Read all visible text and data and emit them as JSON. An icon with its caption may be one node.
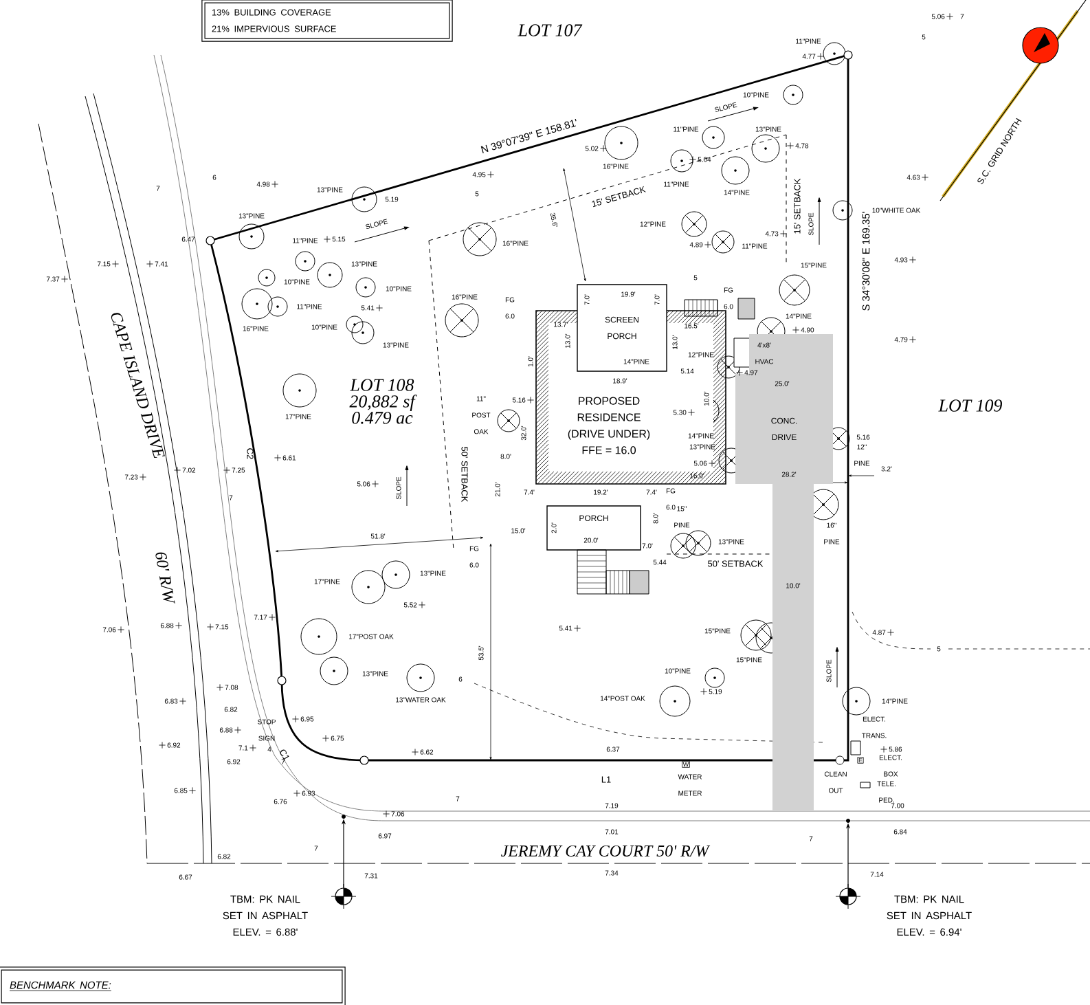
{
  "diagram": {
    "nodes": [
      {
        "text": [
          "13% BUILDING COVERAGE",
          "21% IMPERVIOUS SURFACE"
        ]
      },
      {
        "text": [
          "PROPOSED RESIDENCE (DRIVE UNDER) FFE = 16.0"
        ]
      },
      {
        "text": [
          "SCREEN PORCH"
        ]
      },
      {
        "text": [
          "PORCH"
        ]
      },
      {
        "text": [
          "CONC. DRIVE"
        ]
      },
      {
        "text": [],
        "shape": "circle",
        "beside": [
          "TBM: PK NAIL SET IN ASPHALT ELEV. = 6.88'"
        ]
      },
      {
        "text": [],
        "shape": "circle"
      },
      {
        "text": [],
        "shape": "circle",
        "beside": [
          "TBM: PK NAIL SET IN ASPHALT ELEV. = 6.94'"
        ]
      },
      {
        "text": [],
        "shape": "circle"
      },
      {
        "text": [
          "BENCHMARK NOTE:"
        ]
      }
    ],
    "edges": [
      {
        "from": 5,
        "to": 6,
        "arrow": "to"
      },
      {
        "from": 7,
        "to": 8,
        "arrow": "to"
      }
    ],
    "labels": [
      "LOT 107",
      "5.06",
      "7",
      "5",
      "11\"PINE",
      "4.77",
      "N 39°07'39\" E 158.81'",
      "10\"PINE",
      "SLOPE",
      "4.98",
      "6",
      "7",
      "4.95",
      "13\"PINE",
      "5.19",
      "5",
      "11\"PINE",
      "13\"PINE",
      "4.78",
      "5.02",
      "5.04",
      "16\"PINE",
      "11\"PINE",
      "15' SETBACK",
      "14\"PINE",
      "15' SETBACK",
      "4.63",
      "13\"PINE",
      "6.47",
      "11\"PINE",
      "5.15",
      "SLOPE",
      "16\"PINE",
      "10\"WHITE OAK",
      "35.6'",
      "12\"PINE",
      "SLOPE",
      "4.89",
      "11\"PINE",
      "4.73",
      "S 34°30'08\" E 169.35'",
      "4.93",
      "S.C. GRID NORTH",
      "7.15",
      "7.41",
      "7.37",
      "13\"PINE",
      "10\"PINE",
      "10\"PINE",
      "5",
      "15\"PINE",
      "11\"PINE",
      "5.41",
      "16\"PINE",
      "FG 6.0",
      "7.0'",
      "19.9'",
      "7.0'",
      "FG 6.0",
      "16\"PINE",
      "10\"PINE",
      "13\"PINE",
      "13.7'",
      "13.0'",
      "13.0'",
      "16.5'",
      "14\"PINE",
      "4.90",
      "4.79",
      "4'x8' HVAC",
      "12\"PINE",
      "14\"PINE",
      "1.0'",
      "5.14",
      "4.97",
      "18.9'",
      "25.0'",
      "LOT 108 20,882 sf 0.479 ac",
      "10.0'",
      "LOT 109",
      "5.30",
      "11\" POST OAK",
      "5.16",
      "17\"PINE",
      "32.0'",
      "14\"PINE",
      "5.16",
      "13\"PINE",
      "12\" PINE",
      "CAPE ISLAND DRIVE",
      "7.23",
      "7.02",
      "7.25",
      "C2",
      "6.61",
      "5.06",
      "8.0'",
      "16.0'",
      "5.06",
      "28.2'",
      "3.2'",
      "SLOPE",
      "50' SETBACK",
      "21.0'",
      "7",
      "7.4'",
      "19.2'",
      "7.4'",
      "FG 6.0",
      "16\" PINE",
      "15.0'",
      "2.0'",
      "20.0'",
      "8.0'",
      "15\" PINE",
      "13\"PINE",
      "7.0'",
      "51.8'",
      "FG 6.0",
      "60' R/W",
      "5.44",
      "50' SETBACK",
      "17\"PINE",
      "13\"PINE",
      "10.0'",
      "5.52",
      "7.06",
      "6.88",
      "7.15",
      "7.17",
      "5.41",
      "15\"PINE",
      "4.87",
      "17\"POST OAK",
      "5",
      "53.5'",
      "15\"PINE",
      "SLOPE",
      "10\"PINE",
      "13\"PINE",
      "6",
      "6.83",
      "7.08",
      "6.82",
      "13\"WATER OAK",
      "14\"POST OAK",
      "5.19",
      "14\"PINE",
      "6.88",
      "STOP SIGN",
      "6.95",
      "6.75",
      "ELECT. TRANS.",
      "6.92",
      "7.1",
      "4",
      "C1",
      "6.62",
      "6.37",
      "5.86",
      "6.92",
      "7",
      "ELECT. BOX",
      "L1",
      "WATER METER",
      "CLEAN OUT",
      "TELE. PED.",
      "6.85",
      "6.93",
      "6.76",
      "7.06",
      "7",
      "7.19",
      "7.00",
      "6.97",
      "7.01",
      "6.84",
      "7",
      "7",
      "JEREMY CAY COURT 50' R/W",
      "6.82",
      "6.67",
      "7.31",
      "7.34",
      "7.14",
      "W",
      "E"
    ]
  }
}
